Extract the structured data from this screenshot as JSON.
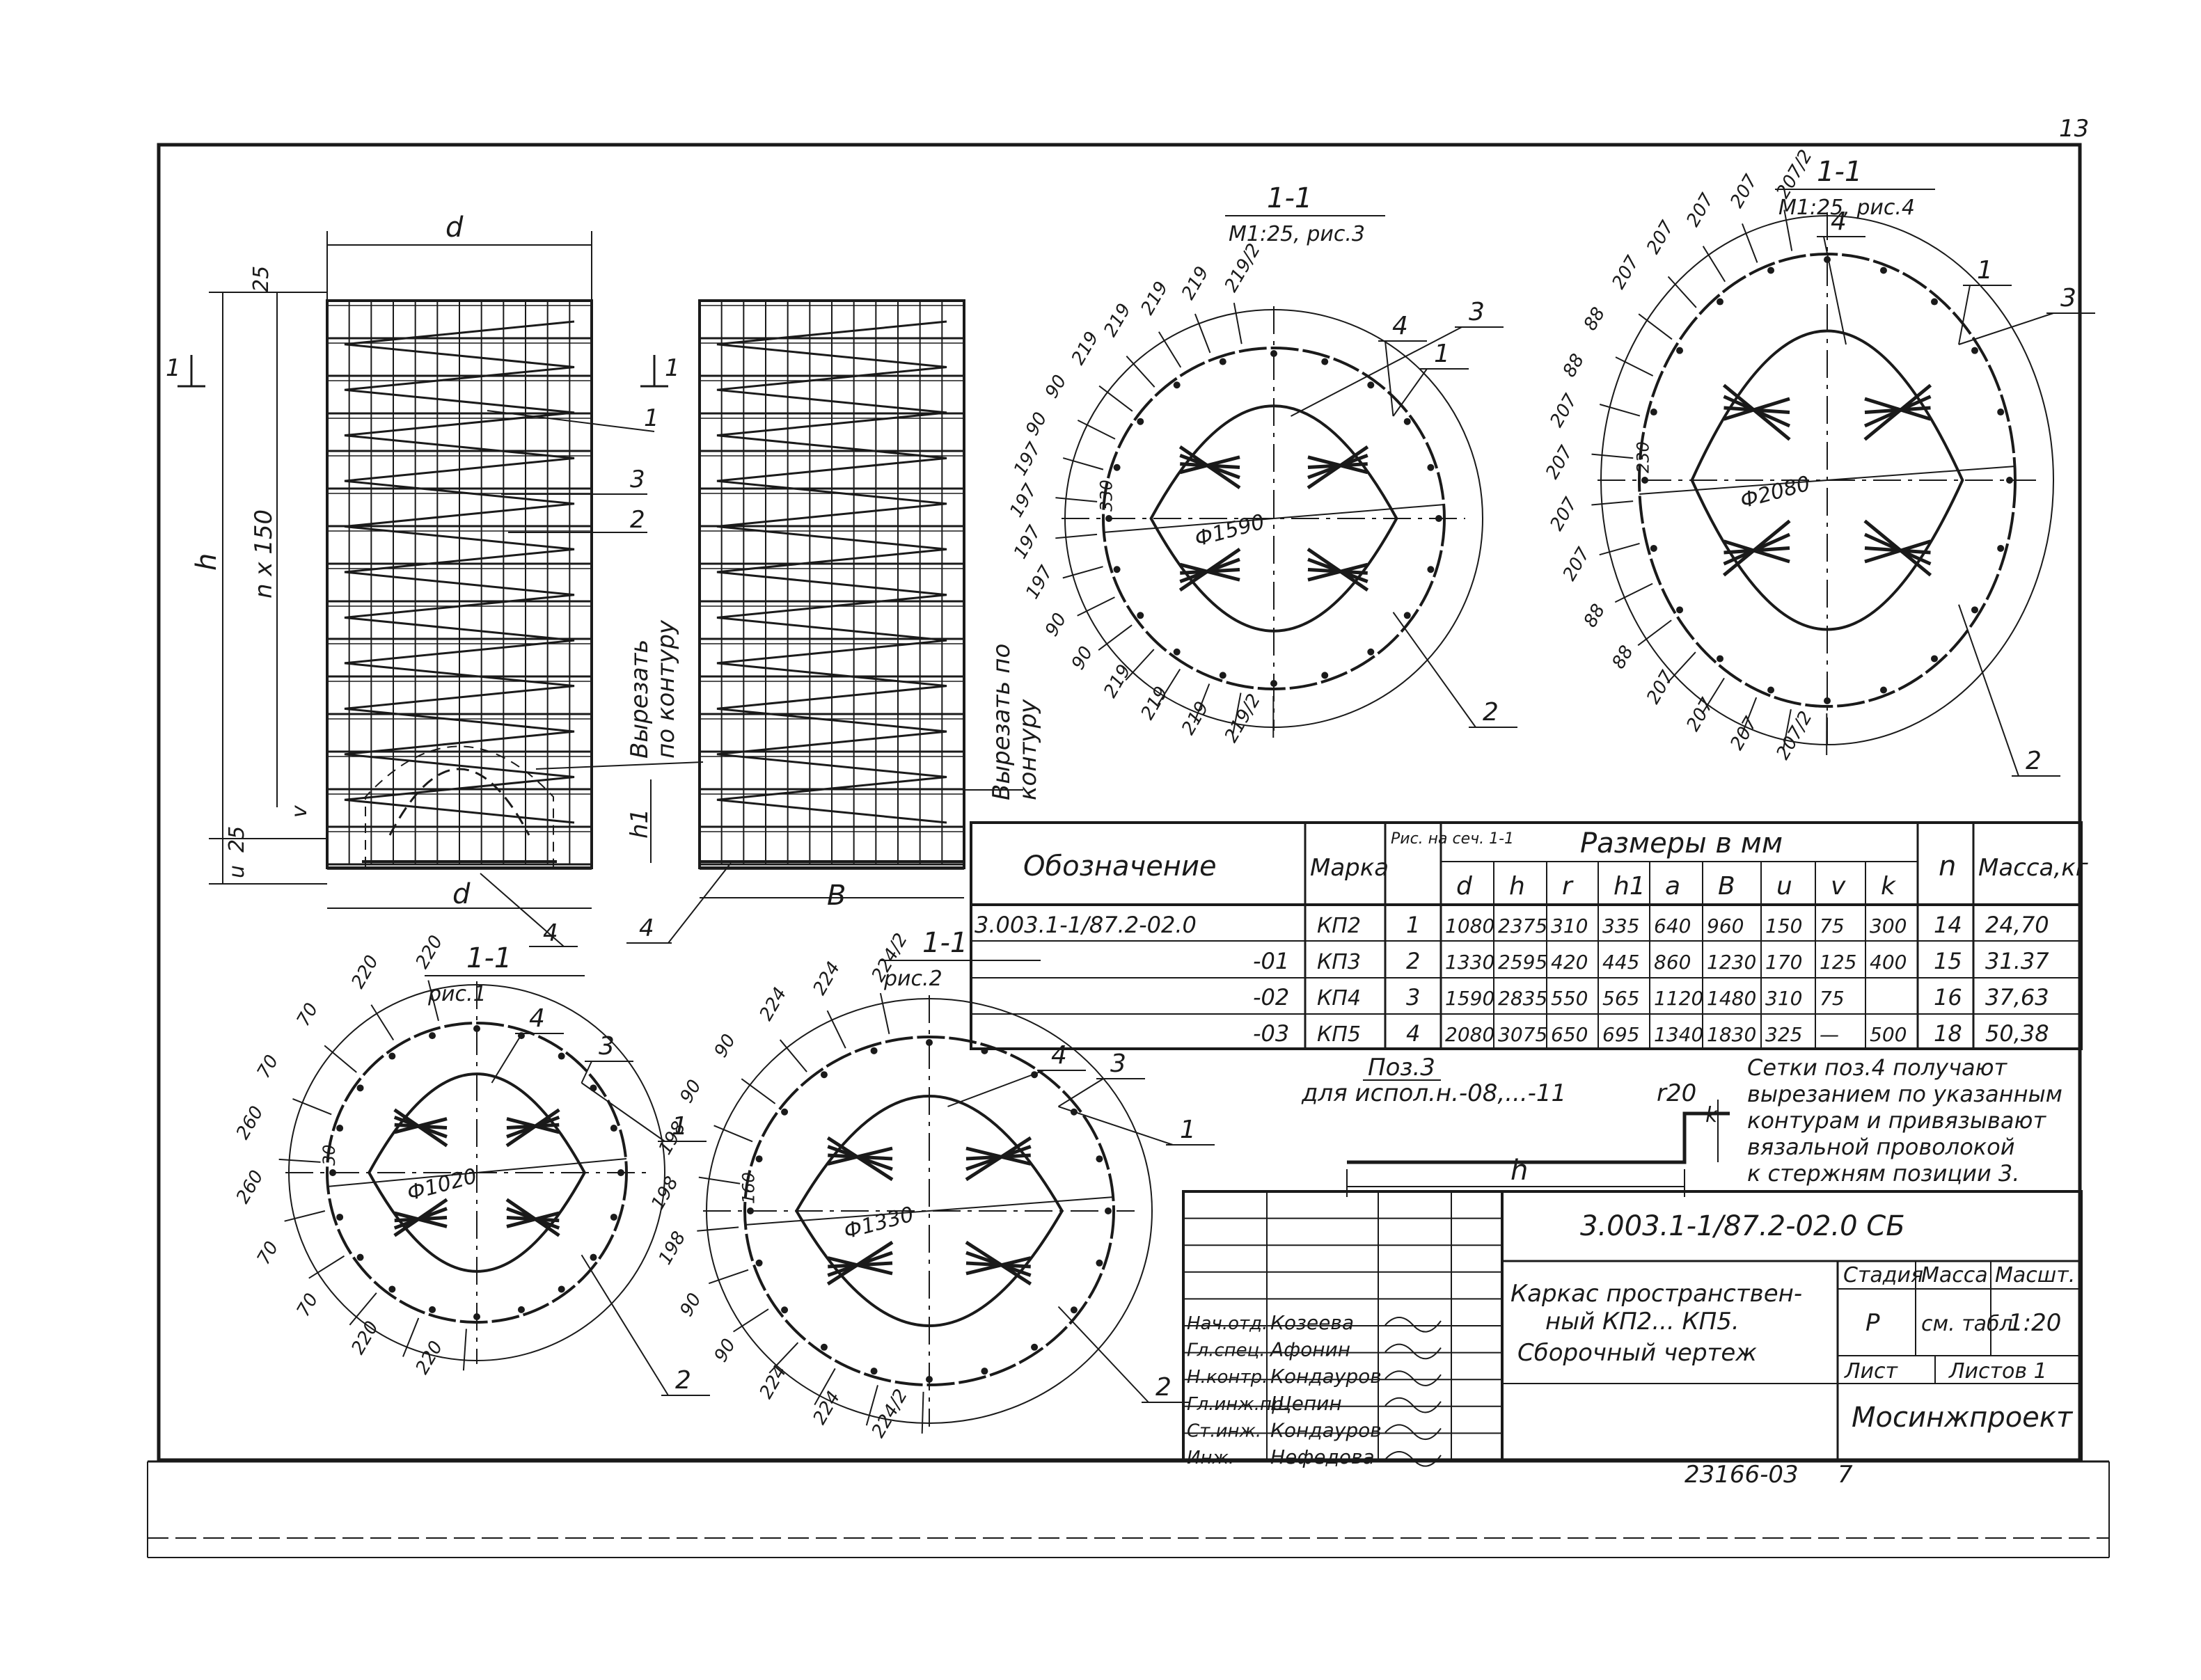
{
  "sheet": {
    "page_number": "13",
    "archive_number": "23166-03",
    "sheet_index": "7"
  },
  "elevation": {
    "dim_d_top": "d",
    "dim_25_top": "25",
    "dim_h": "h",
    "dim_nx150": "n x 150",
    "dim_25_bottom": "25",
    "dim_u": "u",
    "dim_v": "v",
    "dim_h1": "h1",
    "dim_d_bottom": "d",
    "dim_b_bottom": "B",
    "section_mark_left": "1",
    "section_mark_mid": "1",
    "callout_1": "1",
    "callout_3": "3",
    "callout_2": "2",
    "callout_4_left": "4",
    "callout_4_right": "4",
    "cut_note_left_1": "Вырезать",
    "cut_note_left_2": "по контуру",
    "cut_note_right_1": "Вырезать по",
    "cut_note_right_2": "контуру"
  },
  "sections": [
    {
      "title": "1-1",
      "subtitle": "М1:25, рис.3",
      "diameter": "Ф1590",
      "offset": "330",
      "callouts": [
        "3",
        "4",
        "1",
        "2"
      ],
      "arc_dims": [
        "219/2",
        "219",
        "219",
        "219",
        "219",
        "90",
        "90",
        "197",
        "197",
        "197",
        "197",
        "90",
        "90",
        "219",
        "219",
        "219",
        "219/2"
      ]
    },
    {
      "title": "1-1",
      "subtitle": "М1:25, рис.4",
      "diameter": "Ф2080",
      "offset": "230",
      "callouts": [
        "4",
        "1",
        "3",
        "2"
      ],
      "arc_dims": [
        "207/2",
        "207",
        "207",
        "207",
        "207",
        "88",
        "88",
        "207",
        "207",
        "207",
        "207",
        "88",
        "88",
        "207",
        "207",
        "207",
        "207/2"
      ]
    },
    {
      "title": "1-1",
      "subtitle": "рис.1",
      "diameter": "Ф1020",
      "offset": "30",
      "callouts": [
        "4",
        "3",
        "1",
        "2"
      ],
      "arc_dims": [
        "220",
        "220",
        "70",
        "70",
        "260",
        "260",
        "70",
        "70",
        "220",
        "220"
      ]
    },
    {
      "title": "1-1",
      "subtitle": "рис.2",
      "diameter": "Ф1330",
      "offset": "160",
      "callouts": [
        "4",
        "3",
        "1",
        "2"
      ],
      "arc_dims": [
        "224/2",
        "224",
        "224",
        "90",
        "90",
        "198",
        "198",
        "198",
        "90",
        "90",
        "224",
        "224",
        "224/2"
      ]
    }
  ],
  "spec_table": {
    "headers": {
      "designation": "Обозначение",
      "mark": "Марка",
      "fig": "Рис. на сеч. 1-1",
      "sizes": "Размеры в мм",
      "n": "n",
      "mass": "Масса,кг"
    },
    "size_columns": [
      "d",
      "h",
      "r",
      "h1",
      "a",
      "B",
      "u",
      "v",
      "k"
    ],
    "rows": [
      {
        "designation": "3.003.1-1/87.2-02.0",
        "mark": "КП2",
        "fig": "1",
        "d": "1080",
        "h": "2375",
        "r": "310",
        "h1": "335",
        "a": "640",
        "B": "960",
        "u": "150",
        "v": "75",
        "k": "300",
        "n": "14",
        "mass": "24,70"
      },
      {
        "designation": "-01",
        "mark": "КП3",
        "fig": "2",
        "d": "1330",
        "h": "2595",
        "r": "420",
        "h1": "445",
        "a": "860",
        "B": "1230",
        "u": "170",
        "v": "125",
        "k": "400",
        "n": "15",
        "mass": "31.37"
      },
      {
        "designation": "-02",
        "mark": "КП4",
        "fig": "3",
        "d": "1590",
        "h": "2835",
        "r": "550",
        "h1": "565",
        "a": "1120",
        "B": "1480",
        "u": "310",
        "v": "75",
        "k": "",
        "n": "16",
        "mass": "37,63"
      },
      {
        "designation": "-03",
        "mark": "КП5",
        "fig": "4",
        "d": "2080",
        "h": "3075",
        "r": "650",
        "h1": "695",
        "a": "1340",
        "B": "1830",
        "u": "325",
        "v": "—",
        "k": "500",
        "n": "18",
        "mass": "50,38"
      }
    ]
  },
  "pos3": {
    "label": "Поз.3",
    "for_exec": "для испол.н.-08,...-11",
    "r_dim": "r20",
    "k_dim": "k",
    "h_dim": "h"
  },
  "note": [
    "Сетки поз.4 получают",
    "вырезанием по указанным",
    "контурам и привязывают",
    "вязальной проволокой",
    "к стержням позиции 3."
  ],
  "title_block": {
    "code": "3.003.1-1/87.2-02.0  СБ",
    "name_1": "Каркас пространствен-",
    "name_2": "ный КП2... КП5.",
    "name_3": "Сборочный чертеж",
    "stage_label": "Стадия",
    "mass_label": "Масса",
    "scale_label": "Масшт.",
    "stage": "Р",
    "mass": "см. табл.",
    "scale": "1:20",
    "sheet_label": "Лист",
    "sheets_label": "Листов 1",
    "org": "Мосинжпроект",
    "people": [
      {
        "role": "Нач.отд.",
        "name": "Козеева"
      },
      {
        "role": "Гл.спец.",
        "name": "Афонин"
      },
      {
        "role": "Н.контр.",
        "name": "Кондауров"
      },
      {
        "role": "Гл.инж.пр.",
        "name": "Щепин"
      },
      {
        "role": "Ст.инж.",
        "name": "Кондауров"
      },
      {
        "role": "Инж.",
        "name": "Нефедова"
      }
    ]
  }
}
